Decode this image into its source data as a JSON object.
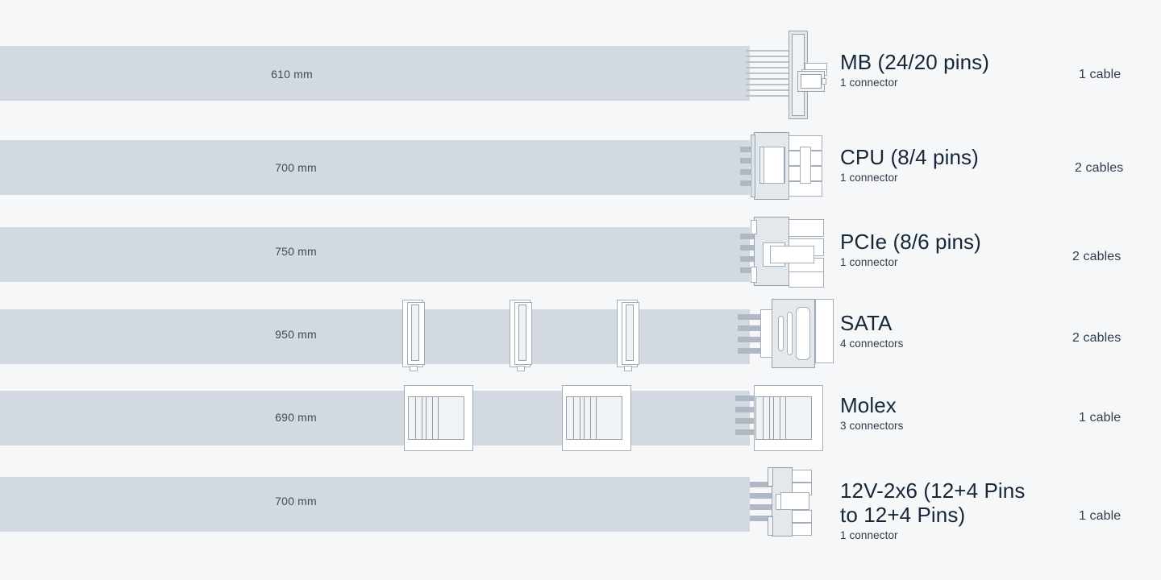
{
  "page": {
    "background_color": "#f5f7f9",
    "bar_color": "#d2d9e0",
    "title_color": "#16273a",
    "outline_color": "#97a2ad"
  },
  "rows": [
    {
      "id": "mb",
      "length": "610 mm",
      "name": "MB (24/20 pins)",
      "connectors": "1 connector",
      "quantity": "1 cable",
      "inline_connectors": 0,
      "connector_icon": "mb-connector-icon"
    },
    {
      "id": "cpu",
      "length": "700 mm",
      "name": "CPU (8/4 pins)",
      "connectors": "1 connector",
      "quantity": "2 cables",
      "inline_connectors": 0,
      "connector_icon": "cpu-connector-icon"
    },
    {
      "id": "pcie",
      "length": "750 mm",
      "name": "PCIe (8/6 pins)",
      "connectors": "1 connector",
      "quantity": "2 cables",
      "inline_connectors": 0,
      "connector_icon": "pcie-connector-icon"
    },
    {
      "id": "sata",
      "length": "950 mm",
      "name": "SATA",
      "connectors": "4 connectors",
      "quantity": "2 cables",
      "inline_connectors": 3,
      "connector_icon": "sata-connector-icon"
    },
    {
      "id": "molex",
      "length": "690 mm",
      "name": "Molex",
      "connectors": "3 connectors",
      "quantity": "1 cable",
      "inline_connectors": 2,
      "connector_icon": "molex-connector-icon"
    },
    {
      "id": "12v2x6",
      "length": "700 mm",
      "name": "12V-2x6 (12+4 Pins\nto 12+4 Pins)",
      "connectors": "1 connector",
      "quantity": "1 cable",
      "inline_connectors": 0,
      "connector_icon": "12v-2x6-connector-icon"
    }
  ]
}
